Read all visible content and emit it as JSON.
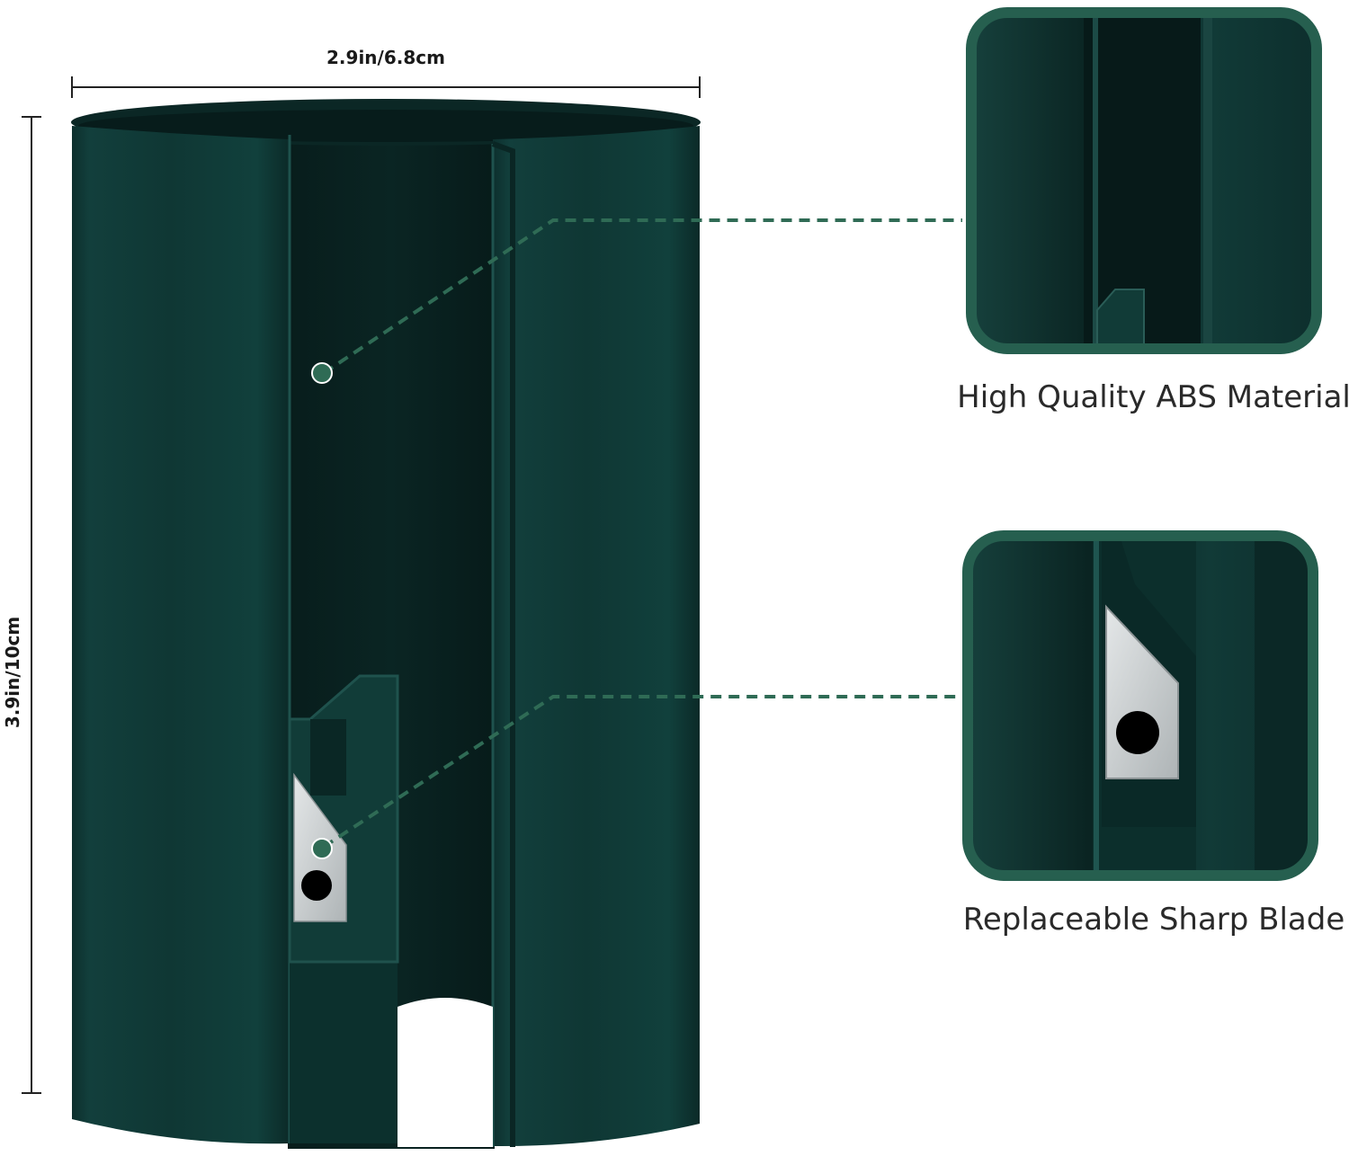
{
  "dimensions": {
    "width_label": "2.9in/6.8cm",
    "height_label": "3.9in/10cm"
  },
  "callouts": [
    {
      "caption": "High Quality ABS Material"
    },
    {
      "caption": "Replaceable Sharp Blade"
    }
  ],
  "colors": {
    "background": "#ffffff",
    "product": "#0f3a37",
    "callout_accent": "#2f6b55",
    "blade": "#cfd3d4"
  }
}
